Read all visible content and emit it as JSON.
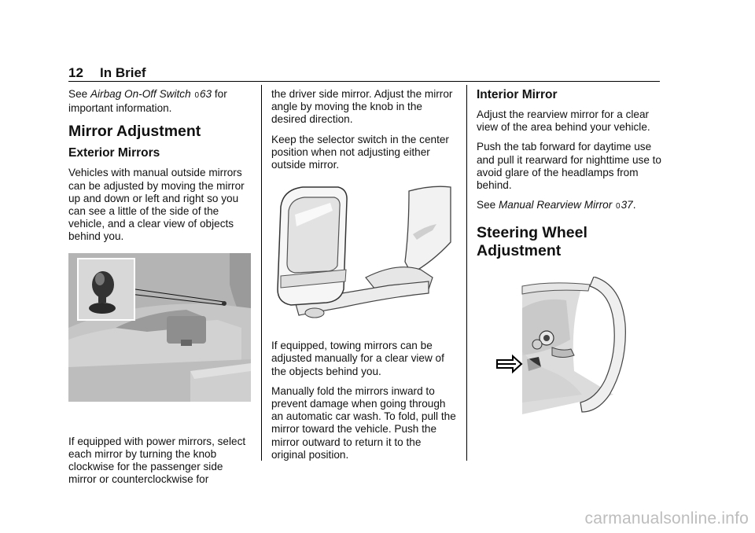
{
  "header": {
    "page_number": "12",
    "section": "In Brief"
  },
  "col1": {
    "intro_see": "See",
    "intro_link": "Airbag On-Off Switch",
    "intro_arrow": "0",
    "intro_page": "63",
    "intro_rest": "for important information.",
    "heading": "Mirror Adjustment",
    "subheading": "Exterior Mirrors",
    "para1": "Vehicles with manual outside mirrors can be adjusted by moving the mirror up and down or left and right so you can see a little of the side of the vehicle, and a clear view of objects behind you.",
    "para2": "If equipped with power mirrors, select each mirror by turning the knob clockwise for the passenger side mirror or counterclockwise for"
  },
  "col2": {
    "para1": "the driver side mirror. Adjust the mirror angle by moving the knob in the desired direction.",
    "para2": "Keep the selector switch in the center position when not adjusting either outside mirror.",
    "para3": "If equipped, towing mirrors can be adjusted manually for a clear view of the objects behind you.",
    "para4": "Manually fold the mirrors inward to prevent damage when going through an automatic car wash. To fold, pull the mirror toward the vehicle. Push the mirror outward to return it to the original position."
  },
  "col3": {
    "subheading": "Interior Mirror",
    "para1": "Adjust the rearview mirror for a clear view of the area behind your vehicle.",
    "para2": "Push the tab forward for daytime use and pull it rearward for nighttime use to avoid glare of the headlamps from behind.",
    "see": "See",
    "link": "Manual Rearview Mirror",
    "arrow": "0",
    "page": "37",
    "end": ".",
    "heading": "Steering Wheel Adjustment"
  },
  "watermark": "carmanualsonline.info"
}
